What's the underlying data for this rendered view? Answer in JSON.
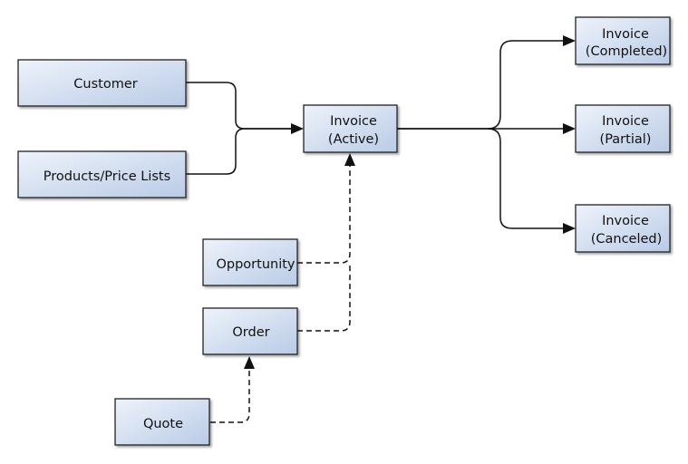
{
  "nodes": {
    "customer": {
      "label": "Customer"
    },
    "products": {
      "label": "Products/Price Lists"
    },
    "invoice_active": {
      "line1": "Invoice",
      "line2": "(Active)"
    },
    "invoice_completed": {
      "line1": "Invoice",
      "line2": "(Completed)"
    },
    "invoice_partial": {
      "line1": "Invoice",
      "line2": "(Partial)"
    },
    "invoice_canceled": {
      "line1": "Invoice",
      "line2": "(Canceled)"
    },
    "opportunity": {
      "label": "Opportunity"
    },
    "order": {
      "label": "Order"
    },
    "quote": {
      "label": "Quote"
    }
  },
  "edges": [
    {
      "from": "customer",
      "to": "invoice_active",
      "style": "solid"
    },
    {
      "from": "products",
      "to": "invoice_active",
      "style": "solid"
    },
    {
      "from": "invoice_active",
      "to": "invoice_completed",
      "style": "solid"
    },
    {
      "from": "invoice_active",
      "to": "invoice_partial",
      "style": "solid"
    },
    {
      "from": "invoice_active",
      "to": "invoice_canceled",
      "style": "solid"
    },
    {
      "from": "opportunity",
      "to": "invoice_active",
      "style": "dashed"
    },
    {
      "from": "order",
      "to": "invoice_active",
      "style": "dashed"
    },
    {
      "from": "quote",
      "to": "order",
      "style": "dashed"
    }
  ],
  "colors": {
    "node_fill_light": "#eef3fb",
    "node_fill_dark": "#b9cbe6",
    "node_border": "#222222",
    "edge": "#111111"
  }
}
